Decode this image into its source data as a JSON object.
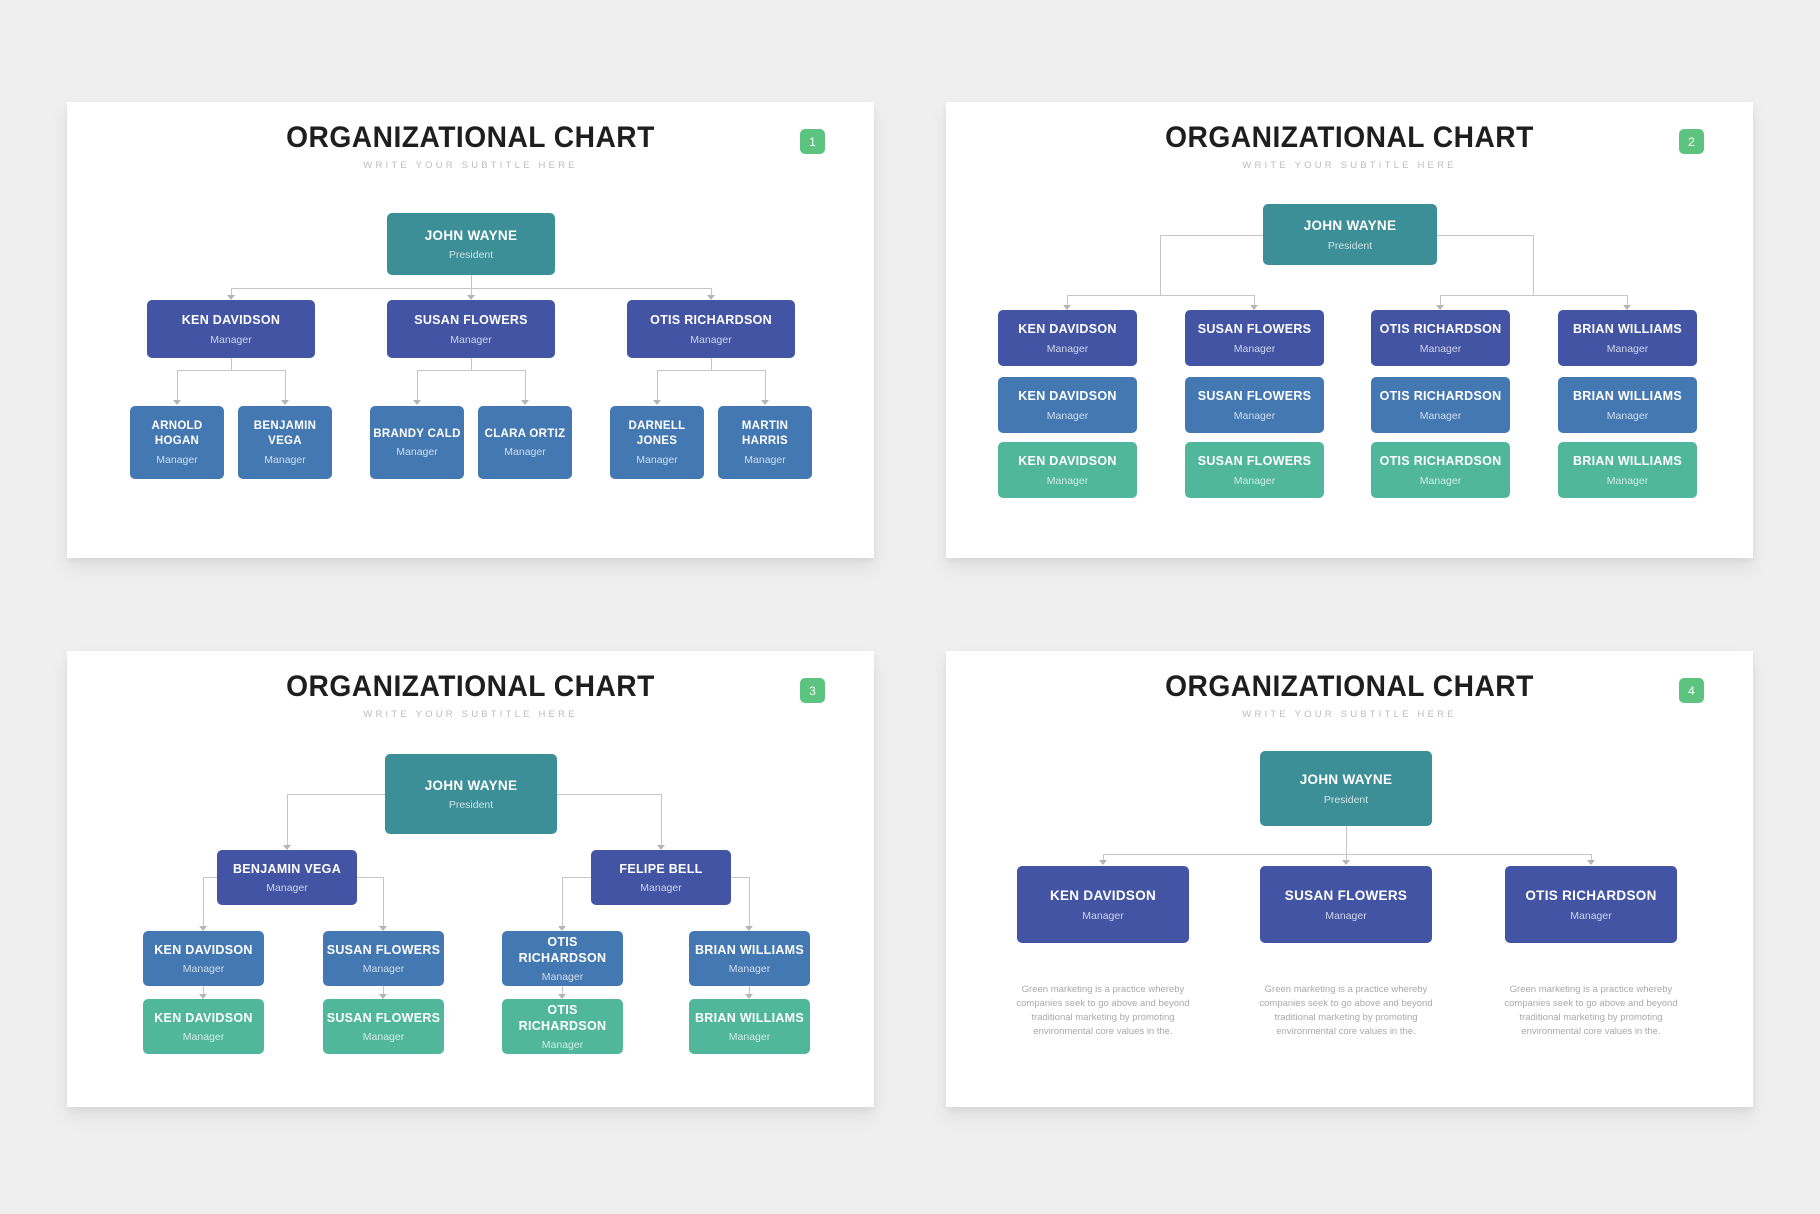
{
  "colors": {
    "canvas": "#EFEFEF",
    "teal": "#3D8F97",
    "indigo": "#4254A3",
    "blue": "#4478B2",
    "green": "#50B79B",
    "badge": "#5CC47E",
    "connector": "#C6C6C6"
  },
  "slides": [
    {
      "number": "1",
      "title": "ORGANIZATIONAL CHART",
      "subtitle": "WRITE YOUR SUBTITLE HERE",
      "root": {
        "name": "JOHN WAYNE",
        "role": "President"
      },
      "level2": [
        {
          "name": "KEN DAVIDSON",
          "role": "Manager"
        },
        {
          "name": "SUSAN FLOWERS",
          "role": "Manager"
        },
        {
          "name": "OTIS RICHARDSON",
          "role": "Manager"
        }
      ],
      "level3": [
        {
          "name": "ARNOLD HOGAN",
          "role": "Manager"
        },
        {
          "name": "BENJAMIN VEGA",
          "role": "Manager"
        },
        {
          "name": "BRANDY CALD",
          "role": "Manager"
        },
        {
          "name": "CLARA ORTIZ",
          "role": "Manager"
        },
        {
          "name": "DARNELL JONES",
          "role": "Manager"
        },
        {
          "name": "MARTIN HARRIS",
          "role": "Manager"
        }
      ]
    },
    {
      "number": "2",
      "title": "ORGANIZATIONAL CHART",
      "subtitle": "WRITE YOUR SUBTITLE HERE",
      "root": {
        "name": "JOHN WAYNE",
        "role": "President"
      },
      "row1": [
        {
          "name": "KEN DAVIDSON",
          "role": "Manager"
        },
        {
          "name": "SUSAN FLOWERS",
          "role": "Manager"
        },
        {
          "name": "OTIS RICHARDSON",
          "role": "Manager"
        },
        {
          "name": "BRIAN WILLIAMS",
          "role": "Manager"
        }
      ],
      "row2": [
        {
          "name": "KEN DAVIDSON",
          "role": "Manager"
        },
        {
          "name": "SUSAN FLOWERS",
          "role": "Manager"
        },
        {
          "name": "OTIS RICHARDSON",
          "role": "Manager"
        },
        {
          "name": "BRIAN WILLIAMS",
          "role": "Manager"
        }
      ],
      "row3": [
        {
          "name": "KEN DAVIDSON",
          "role": "Manager"
        },
        {
          "name": "SUSAN FLOWERS",
          "role": "Manager"
        },
        {
          "name": "OTIS RICHARDSON",
          "role": "Manager"
        },
        {
          "name": "BRIAN WILLIAMS",
          "role": "Manager"
        }
      ]
    },
    {
      "number": "3",
      "title": "ORGANIZATIONAL CHART",
      "subtitle": "WRITE YOUR SUBTITLE HERE",
      "root": {
        "name": "JOHN WAYNE",
        "role": "President"
      },
      "level2": [
        {
          "name": "BENJAMIN VEGA",
          "role": "Manager"
        },
        {
          "name": "FELIPE BELL",
          "role": "Manager"
        }
      ],
      "level3": [
        {
          "name": "KEN DAVIDSON",
          "role": "Manager"
        },
        {
          "name": "SUSAN FLOWERS",
          "role": "Manager"
        },
        {
          "name": "OTIS RICHARDSON",
          "role": "Manager"
        },
        {
          "name": "BRIAN WILLIAMS",
          "role": "Manager"
        }
      ],
      "level4": [
        {
          "name": "KEN DAVIDSON",
          "role": "Manager"
        },
        {
          "name": "SUSAN FLOWERS",
          "role": "Manager"
        },
        {
          "name": "OTIS RICHARDSON",
          "role": "Manager"
        },
        {
          "name": "BRIAN WILLIAMS",
          "role": "Manager"
        }
      ]
    },
    {
      "number": "4",
      "title": "ORGANIZATIONAL CHART",
      "subtitle": "WRITE YOUR SUBTITLE HERE",
      "root": {
        "name": "JOHN WAYNE",
        "role": "President"
      },
      "level2": [
        {
          "name": "KEN DAVIDSON",
          "role": "Manager"
        },
        {
          "name": "SUSAN FLOWERS",
          "role": "Manager"
        },
        {
          "name": "OTIS RICHARDSON",
          "role": "Manager"
        }
      ],
      "description": "Green marketing is a practice whereby companies seek to go above and beyond traditional marketing by promoting environmental core values in the."
    }
  ]
}
